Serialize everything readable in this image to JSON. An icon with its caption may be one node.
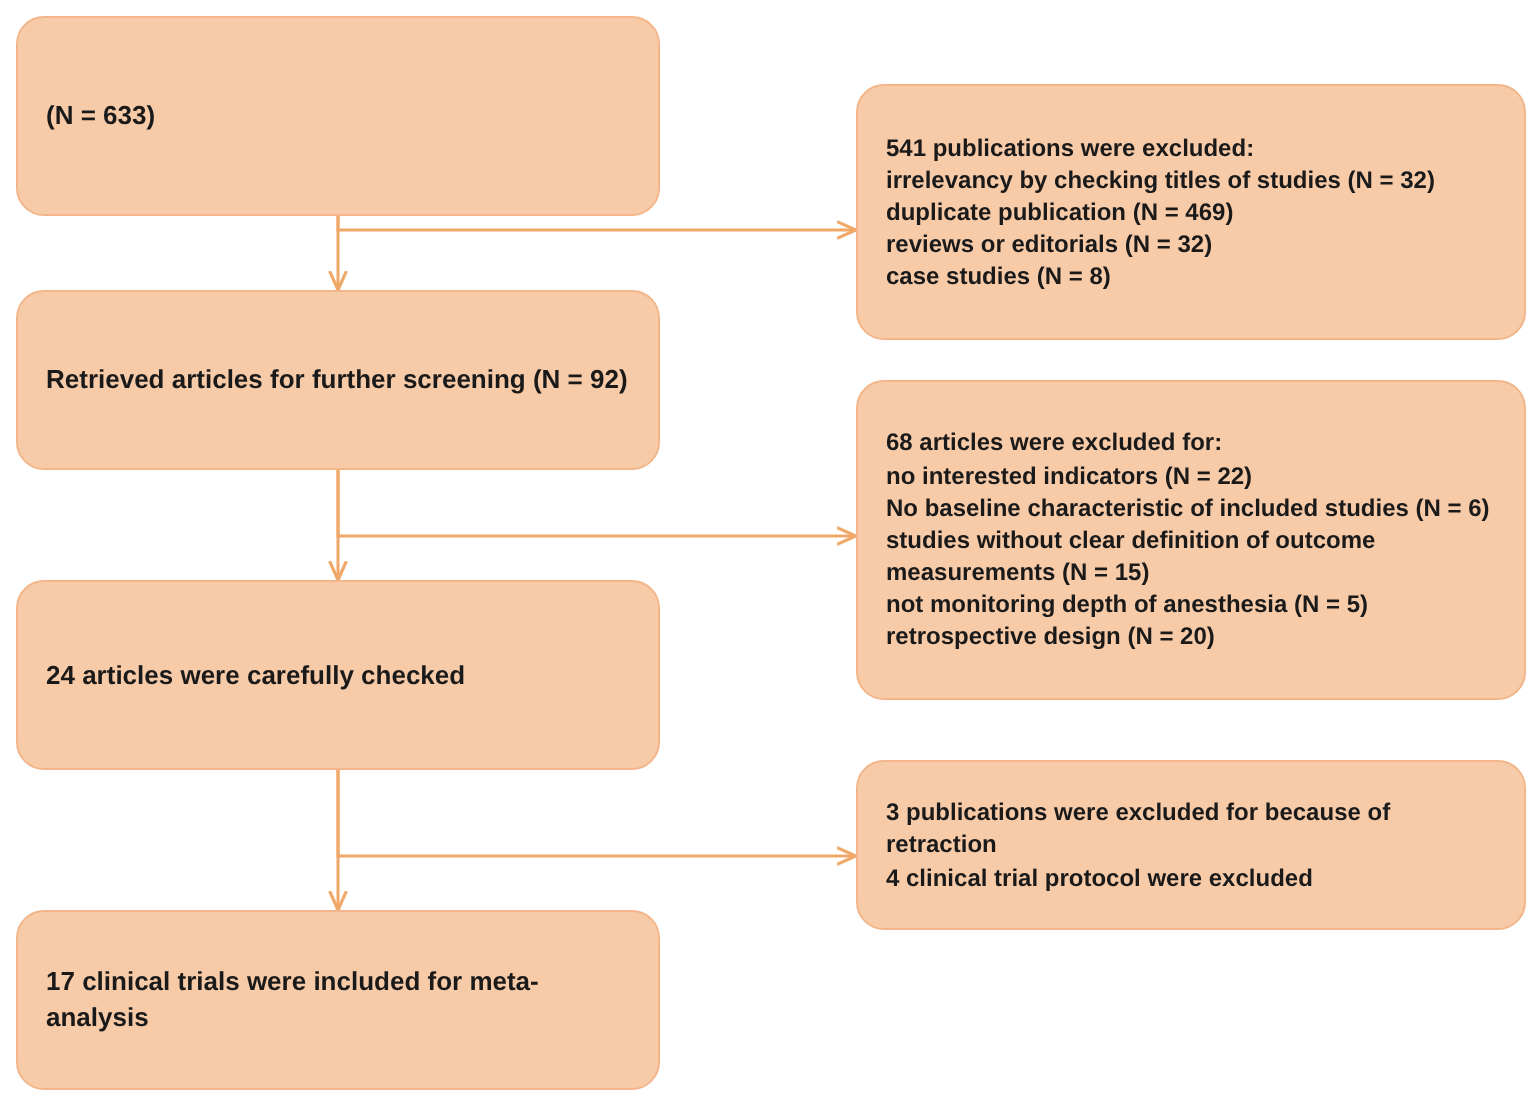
{
  "diagram": {
    "nodes": [
      {
        "text": [
          "(N = 633)"
        ]
      },
      {
        "text": [
          "Retrieved articles for further screening (N = 92)"
        ]
      },
      {
        "text": [
          "24 articles were carefully checked"
        ]
      },
      {
        "text": [
          "17 clinical trials were included for meta-analysis"
        ]
      },
      {
        "text": [
          "541 publications were excluded:",
          "irrelevancy by checking titles of studies (N = 32)",
          "duplicate publication (N = 469)",
          "reviews or editorials (N = 32)",
          "case studies (N = 8)"
        ]
      },
      {
        "text": [
          "68 articles were excluded for:",
          "no interested indicators (N = 22)",
          "No baseline characteristic of included studies (N = 6)",
          "studies without clear definition of outcome measurements (N = 15)",
          "not monitoring depth of anesthesia (N = 5)",
          "retrospective design (N = 20)"
        ]
      },
      {
        "text": [
          "3 publications were excluded for because of retraction",
          "4 clinical trial protocol were excluded"
        ]
      }
    ],
    "edges": [
      {
        "from": 0,
        "to": 1,
        "arrow": "to"
      },
      {
        "from": 1,
        "to": 2,
        "arrow": "to"
      },
      {
        "from": 2,
        "to": 3,
        "arrow": "to"
      },
      {
        "from": 0,
        "to": 4,
        "arrow": "to"
      },
      {
        "from": 1,
        "to": 5,
        "arrow": "to"
      },
      {
        "from": 2,
        "to": 6,
        "arrow": "to"
      }
    ]
  }
}
